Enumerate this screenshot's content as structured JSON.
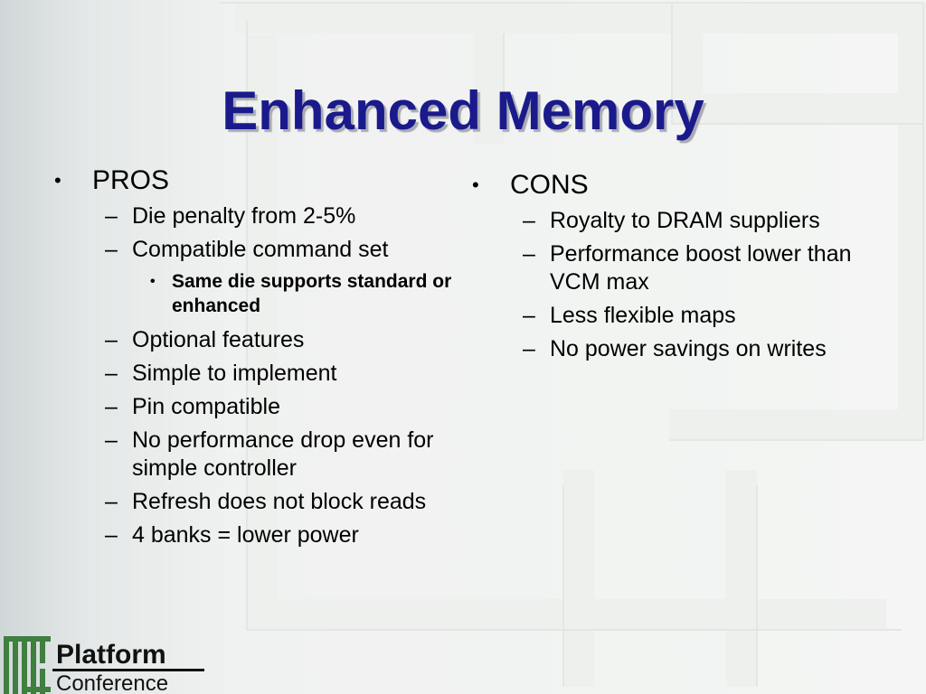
{
  "slide": {
    "title": "Enhanced Memory",
    "pros": {
      "heading": "PROS",
      "items": [
        "Die penalty from 2-5%",
        "Compatible command set",
        "Same die supports standard or enhanced",
        "Optional features",
        "Simple to implement",
        "Pin compatible",
        "No performance drop even for simple controller",
        "Refresh does not block reads",
        "4 banks = lower power"
      ]
    },
    "cons": {
      "heading": "CONS",
      "items": [
        "Royalty to DRAM suppliers",
        "Performance boost lower than VCM max",
        "Less flexible maps",
        "No power savings on writes"
      ]
    }
  },
  "logo": {
    "line1": "Platform",
    "line2": "Conference",
    "icon": "circuit-logo-icon"
  },
  "bullets": {
    "round": "•",
    "dash": "–"
  },
  "colors": {
    "title": "#1a1a8c",
    "title_shadow": "#a9abb3",
    "text": "#000000",
    "logo_green": "#3f7f3f"
  }
}
